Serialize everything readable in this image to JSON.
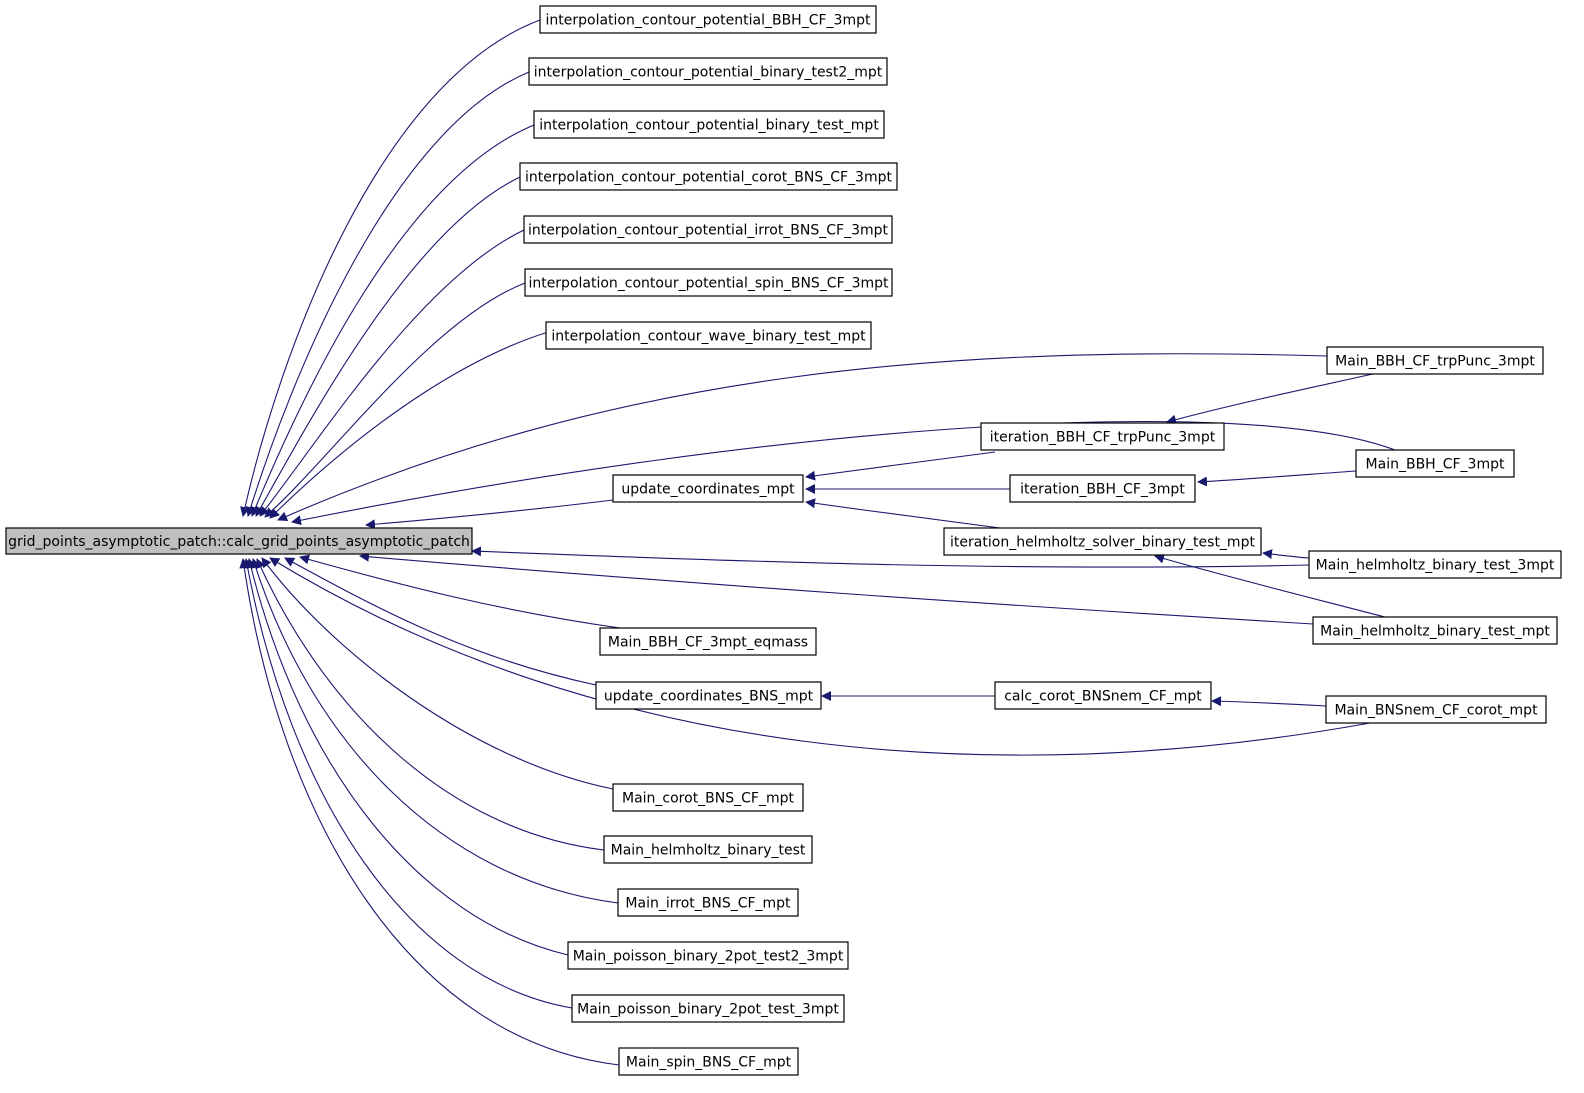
{
  "colors": {
    "edge": "#191970",
    "node_border": "#000000",
    "root_fill": "#bfbfbf",
    "node_fill": "#ffffff"
  },
  "nodes": [
    {
      "id": "root",
      "label": "grid_points_asymptotic_patch::calc_grid_points_asymptotic_patch",
      "root": true
    },
    {
      "id": "icp_bbh",
      "label": "interpolation_contour_potential_BBH_CF_3mpt"
    },
    {
      "id": "icp_bt2",
      "label": "interpolation_contour_potential_binary_test2_mpt"
    },
    {
      "id": "icp_bt",
      "label": "interpolation_contour_potential_binary_test_mpt"
    },
    {
      "id": "icp_corot",
      "label": "interpolation_contour_potential_corot_BNS_CF_3mpt"
    },
    {
      "id": "icp_irrot",
      "label": "interpolation_contour_potential_irrot_BNS_CF_3mpt"
    },
    {
      "id": "icp_spin",
      "label": "interpolation_contour_potential_spin_BNS_CF_3mpt"
    },
    {
      "id": "icw_bt",
      "label": "interpolation_contour_wave_binary_test_mpt"
    },
    {
      "id": "upd_mpt",
      "label": "update_coordinates_mpt"
    },
    {
      "id": "main_eqmass",
      "label": "Main_BBH_CF_3mpt_eqmass"
    },
    {
      "id": "upd_bns",
      "label": "update_coordinates_BNS_mpt"
    },
    {
      "id": "main_corot",
      "label": "Main_corot_BNS_CF_mpt"
    },
    {
      "id": "main_hh_bt",
      "label": "Main_helmholtz_binary_test"
    },
    {
      "id": "main_irrot",
      "label": "Main_irrot_BNS_CF_mpt"
    },
    {
      "id": "main_p2pt2",
      "label": "Main_poisson_binary_2pot_test2_3mpt"
    },
    {
      "id": "main_p2pt",
      "label": "Main_poisson_binary_2pot_test_3mpt"
    },
    {
      "id": "main_spin",
      "label": "Main_spin_BNS_CF_mpt"
    },
    {
      "id": "it_trp",
      "label": "iteration_BBH_CF_trpPunc_3mpt"
    },
    {
      "id": "it_bbh",
      "label": "iteration_BBH_CF_3mpt"
    },
    {
      "id": "it_hh",
      "label": "iteration_helmholtz_solver_binary_test_mpt"
    },
    {
      "id": "calc_corot",
      "label": "calc_corot_BNSnem_CF_mpt"
    },
    {
      "id": "main_trp",
      "label": "Main_BBH_CF_trpPunc_3mpt"
    },
    {
      "id": "main_bbh",
      "label": "Main_BBH_CF_3mpt"
    },
    {
      "id": "main_hh3",
      "label": "Main_helmholtz_binary_test_3mpt"
    },
    {
      "id": "main_hhm",
      "label": "Main_helmholtz_binary_test_mpt"
    },
    {
      "id": "main_bnsnem",
      "label": "Main_BNSnem_CF_corot_mpt"
    }
  ],
  "edges": [
    {
      "from": "icp_bbh",
      "to": "root"
    },
    {
      "from": "icp_bt2",
      "to": "root"
    },
    {
      "from": "icp_bt",
      "to": "root"
    },
    {
      "from": "icp_corot",
      "to": "root"
    },
    {
      "from": "icp_irrot",
      "to": "root"
    },
    {
      "from": "icp_spin",
      "to": "root"
    },
    {
      "from": "icw_bt",
      "to": "root"
    },
    {
      "from": "main_trp",
      "to": "root"
    },
    {
      "from": "main_bbh",
      "to": "root"
    },
    {
      "from": "upd_mpt",
      "to": "root"
    },
    {
      "from": "main_hh3",
      "to": "root"
    },
    {
      "from": "main_hhm",
      "to": "root"
    },
    {
      "from": "main_eqmass",
      "to": "root"
    },
    {
      "from": "upd_bns",
      "to": "root"
    },
    {
      "from": "main_bnsnem",
      "to": "root"
    },
    {
      "from": "main_corot",
      "to": "root"
    },
    {
      "from": "main_hh_bt",
      "to": "root"
    },
    {
      "from": "main_irrot",
      "to": "root"
    },
    {
      "from": "main_p2pt2",
      "to": "root"
    },
    {
      "from": "main_p2pt",
      "to": "root"
    },
    {
      "from": "main_spin",
      "to": "root"
    },
    {
      "from": "it_trp",
      "to": "upd_mpt"
    },
    {
      "from": "it_bbh",
      "to": "upd_mpt"
    },
    {
      "from": "it_hh",
      "to": "upd_mpt"
    },
    {
      "from": "main_trp",
      "to": "it_trp"
    },
    {
      "from": "main_bbh",
      "to": "it_bbh"
    },
    {
      "from": "main_hh3",
      "to": "it_hh"
    },
    {
      "from": "main_hhm",
      "to": "it_hh"
    },
    {
      "from": "calc_corot",
      "to": "upd_bns"
    },
    {
      "from": "main_bnsnem",
      "to": "calc_corot"
    }
  ]
}
